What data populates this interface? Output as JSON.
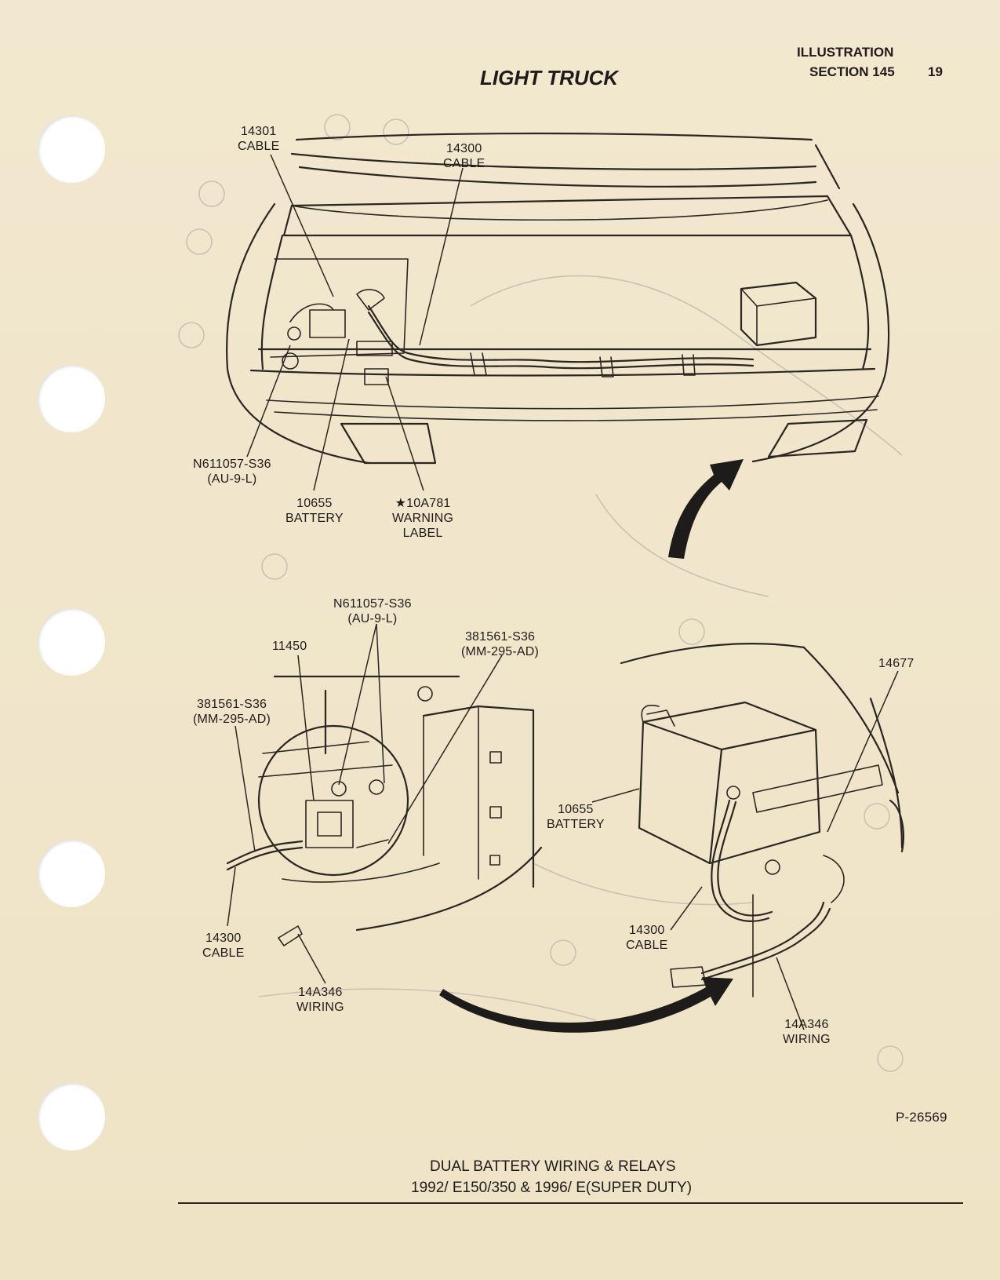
{
  "header": {
    "title": "LIGHT TRUCK",
    "illustration": "ILLUSTRATION",
    "section": "SECTION 145",
    "page_number": "19"
  },
  "top_view": {
    "labels": {
      "cable_14301_num": "14301",
      "cable_14301_name": "CABLE",
      "cable_14300_num": "14300",
      "cable_14300_name": "CABLE",
      "bolt_num": "N611057-S36",
      "bolt_code": "(AU-9-L)",
      "battery_num": "10655",
      "battery_name": "BATTERY",
      "warning_num": "★10A781",
      "warning_line1": "WARNING",
      "warning_line2": "LABEL"
    }
  },
  "relay_view": {
    "labels": {
      "bolt_num": "N611057-S36",
      "bolt_code": "(AU-9-L)",
      "relay_num": "11450",
      "nut_right_num": "381561-S36",
      "nut_right_code": "(MM-295-AD)",
      "nut_left_num": "381561-S36",
      "nut_left_code": "(MM-295-AD)",
      "cable_num": "14300",
      "cable_name": "CABLE",
      "wiring_num": "14A346",
      "wiring_name": "WIRING"
    }
  },
  "battery_view": {
    "labels": {
      "part_14677": "14677",
      "battery_num": "10655",
      "battery_name": "BATTERY",
      "cable_num": "14300",
      "cable_name": "CABLE",
      "wiring_num": "14A346",
      "wiring_name": "WIRING"
    }
  },
  "footer": {
    "ref": "P-26569",
    "caption_line1": "DUAL BATTERY WIRING & RELAYS",
    "caption_line2": "1992/ E150/350 & 1996/ E(SUPER DUTY)"
  }
}
